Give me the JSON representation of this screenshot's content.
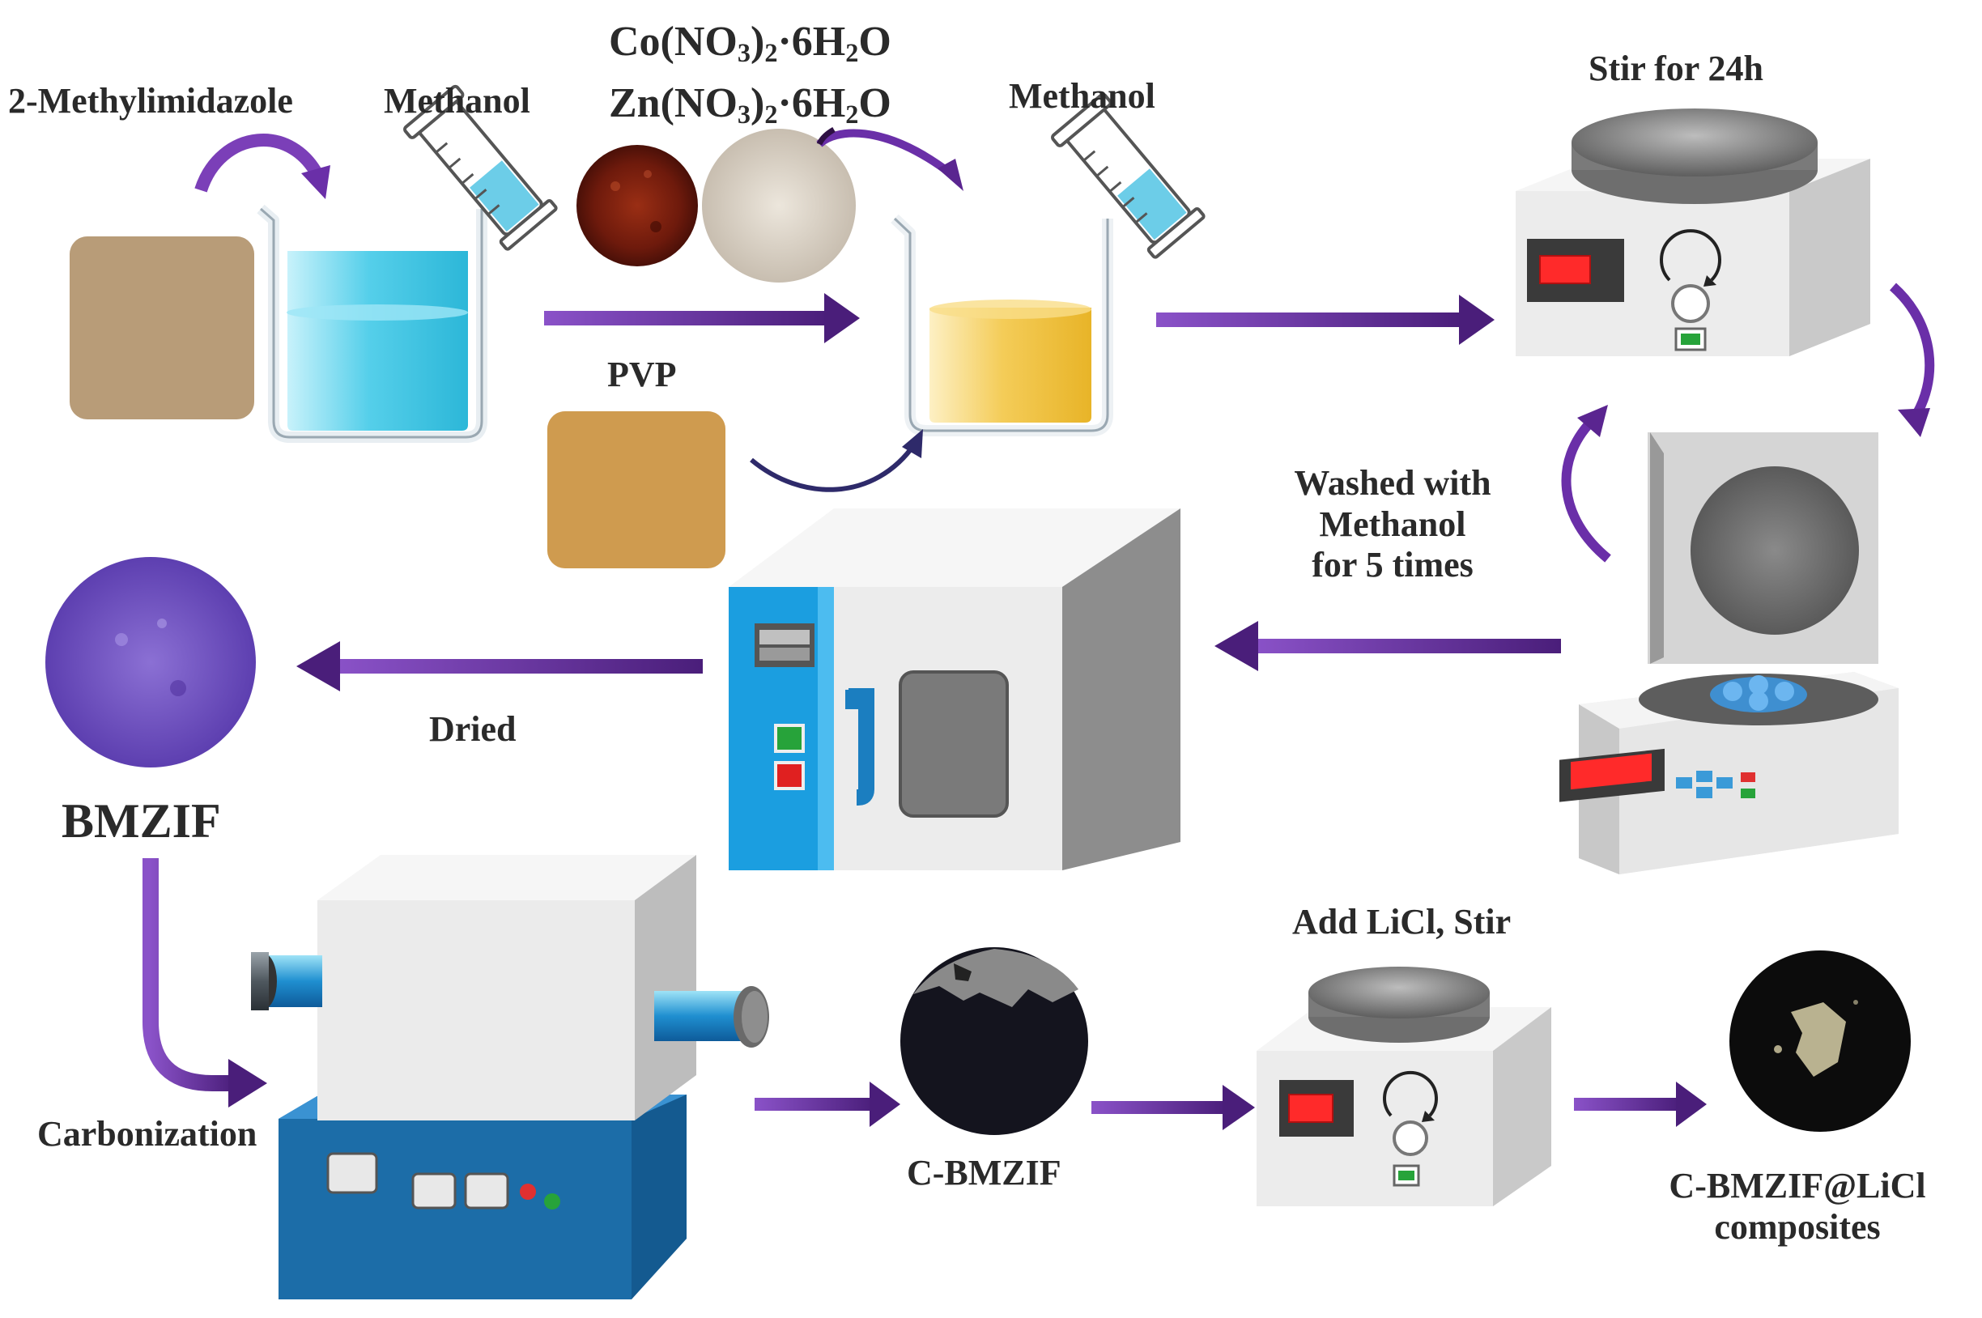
{
  "labels": {
    "methylimidazole": "2-Methylimidazole",
    "methanol_1": "Methanol",
    "co_salt": {
      "a": "Co(NO",
      "sub1": "3",
      "b": ")",
      "sub2": "2",
      "c": "·6H",
      "sub3": "2",
      "d": "O"
    },
    "zn_salt": {
      "a": "Zn(NO",
      "sub1": "3",
      "b": ")",
      "sub2": "2",
      "c": "·6H",
      "sub3": "2",
      "d": "O"
    },
    "methanol_2": "Methanol",
    "stir": "Stir for 24h",
    "pvp": "PVP",
    "washed": [
      "Washed with",
      "Methanol",
      "for 5 times"
    ],
    "dried": "Dried",
    "bmzif": "BMZIF",
    "carbonization": "Carbonization",
    "c_bmzif": "C-BMZIF",
    "add_licl": "Add LiCl, Stir",
    "composite": [
      "C-BMZIF@LiCl",
      "composites"
    ]
  },
  "colors": {
    "arrow": "#5a2a8c",
    "solution_blue": "#62d3ec",
    "solution_yellow": "#f2c440",
    "powder_tan": "#b0926a",
    "pvp_orange": "#c89248",
    "co_red": "#7a1e10",
    "zn_beige": "#d6cfc2",
    "bmzif_purple": "#7f62c8",
    "display_red": "#ff2a2a",
    "oven_blue": "#1b9ee0",
    "furnace_base_blue": "#1c6da8"
  }
}
